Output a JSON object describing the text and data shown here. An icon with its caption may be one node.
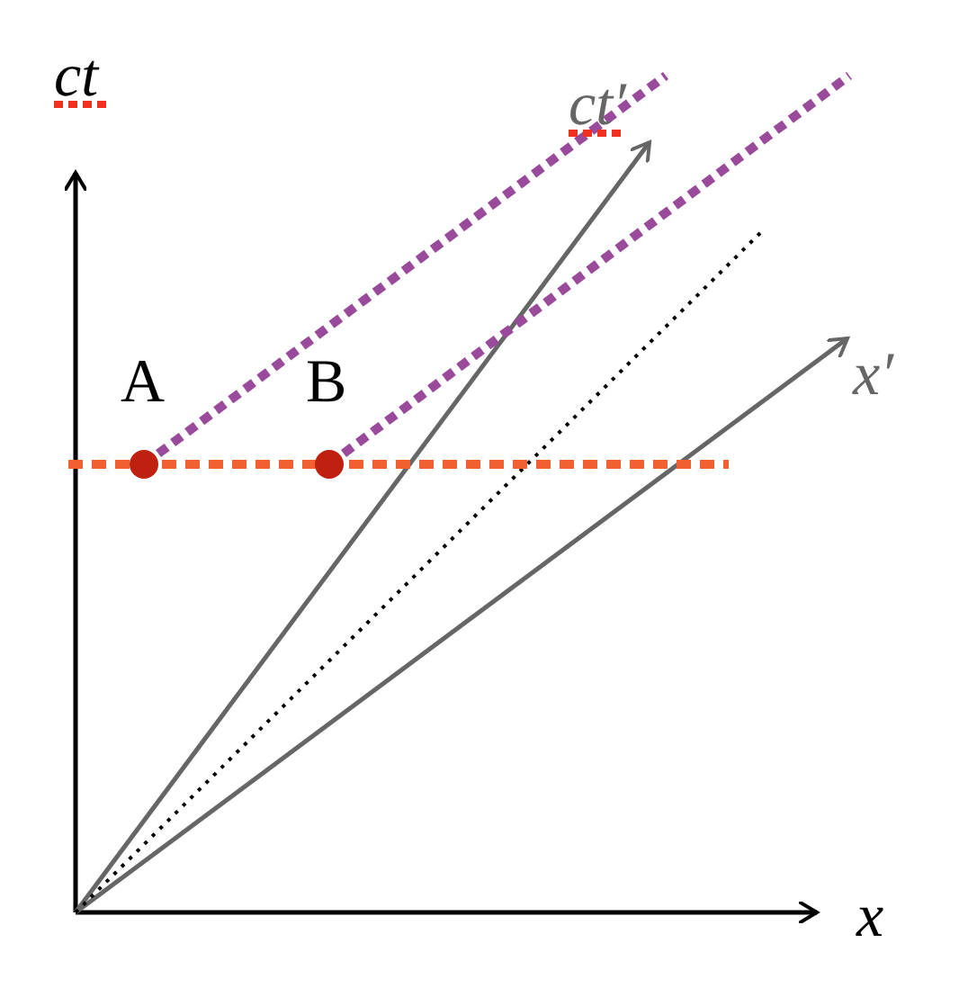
{
  "diagram": {
    "nodes": [
      {
        "text": [
          "A"
        ]
      },
      {
        "text": [
          "B"
        ]
      }
    ],
    "labels": [
      "ct",
      "ct′",
      "x′",
      "x"
    ]
  }
}
